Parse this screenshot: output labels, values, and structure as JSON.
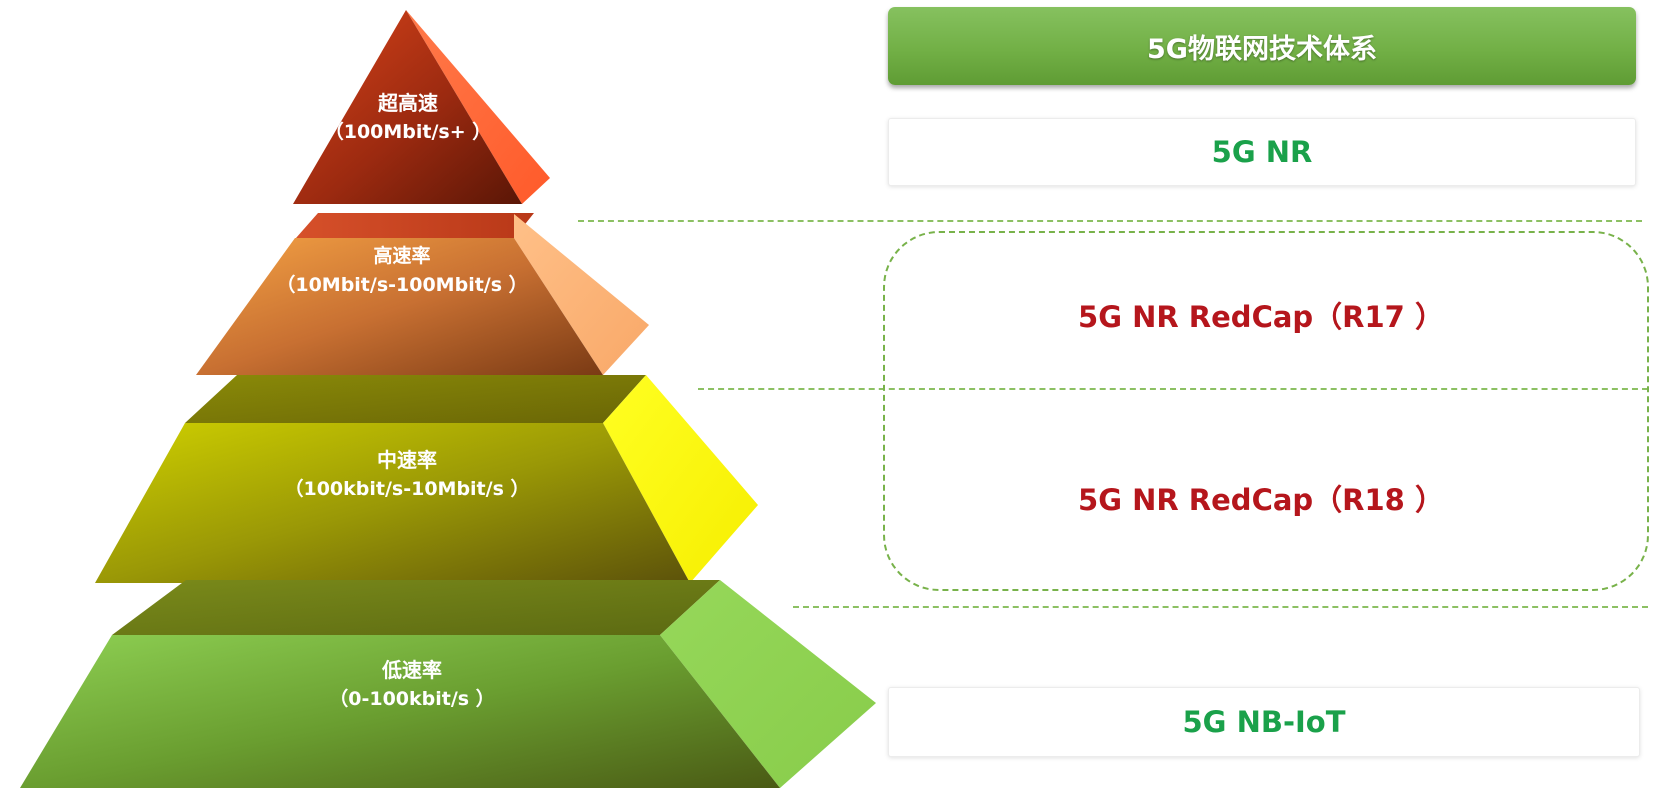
{
  "header": {
    "title": "5G物联网技术体系"
  },
  "pyramid": {
    "tiers": [
      {
        "name": "超高速",
        "range": "（100Mbit/s+ ）"
      },
      {
        "name": "高速率",
        "range": "（10Mbit/s-100Mbit/s ）"
      },
      {
        "name": "中速率",
        "range": "（100kbit/s-10Mbit/s ）"
      },
      {
        "name": "低速率",
        "range": "（0-100kbit/s ）"
      }
    ]
  },
  "technologies": {
    "nr": "5G NR",
    "redcap_r17": "5G NR RedCap（R17 ）",
    "redcap_r18": "5G NR RedCap（R18 ）",
    "nbiot": "5G NB-IoT"
  },
  "colors": {
    "header_green": "#72b046",
    "tech_green": "#1aa14a",
    "tech_red": "#b5161c",
    "dashed_line": "#8cc063",
    "tier_top": "#b83a14",
    "tier_high": "#e88a3a",
    "tier_mid": "#b5b800",
    "tier_low": "#7cbf3c"
  }
}
